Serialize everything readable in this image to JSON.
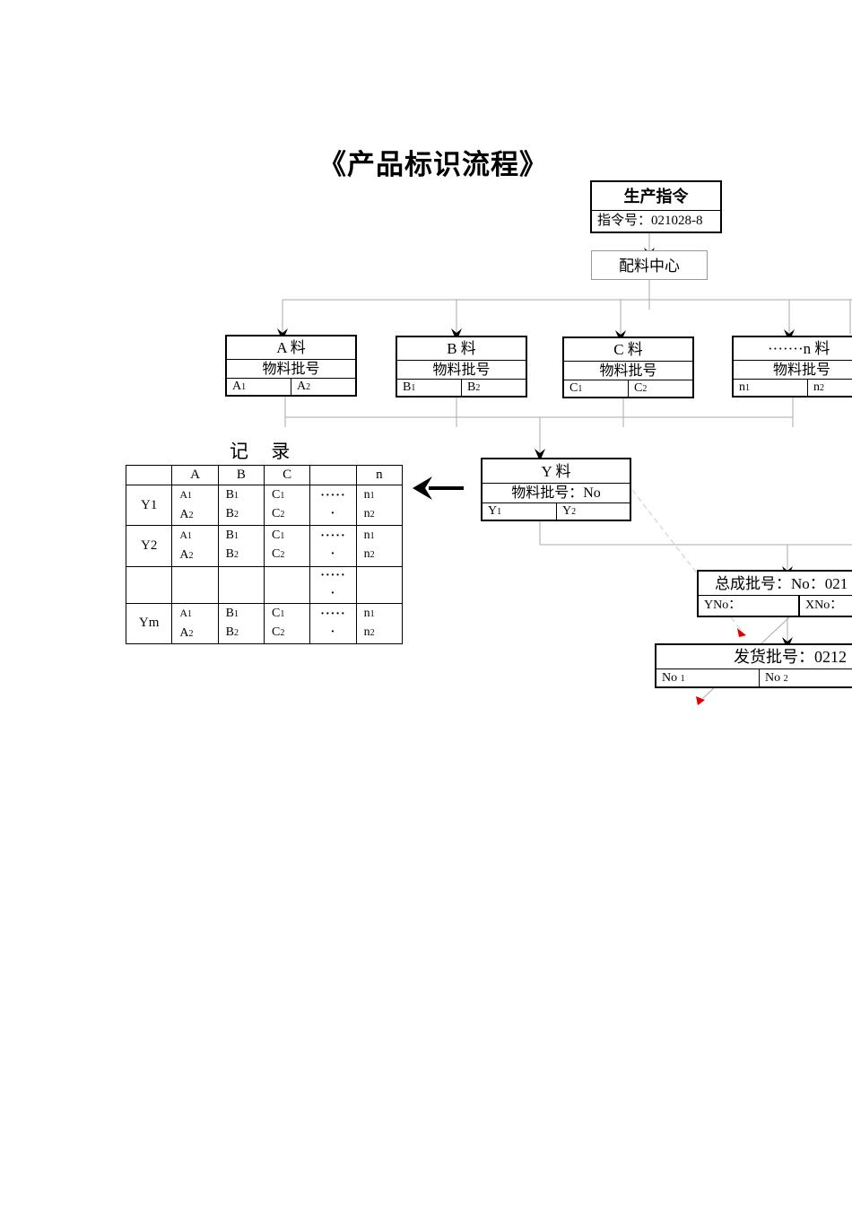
{
  "title": "《产品标识流程》",
  "order": {
    "title": "生产指令",
    "number": "指令号：021028-8"
  },
  "center": {
    "label": "配料中心"
  },
  "materials": [
    {
      "name": "A 料",
      "batch": "物料批号",
      "c1": "A",
      "c1s": "1",
      "c2": "A",
      "c2s": "2"
    },
    {
      "name": "B 料",
      "batch": "物料批号",
      "c1": "B",
      "c1s": "1",
      "c2": "B",
      "c2s": "2"
    },
    {
      "name": "C 料",
      "batch": "物料批号",
      "c1": "C",
      "c1s": "1",
      "c2": "C",
      "c2s": "2"
    },
    {
      "name": "·······n 料",
      "batch": "物料批号",
      "c1": "n",
      "c1s": "1",
      "c2": "n",
      "c2s": "2"
    }
  ],
  "ybox": {
    "name": "Y 料",
    "batch": "物料批号：No",
    "c1": "Y",
    "c1s": "1",
    "c2": "Y",
    "c2s": "2"
  },
  "assembly": {
    "label": "总成批号：No：021",
    "c1": "YNo：",
    "c2": "XNo："
  },
  "shipping": {
    "label": "发货批号：0212",
    "c1": "No",
    "c1s": "1",
    "c2": "No",
    "c2s": "2"
  },
  "record": {
    "title": "记 录",
    "headers": [
      "",
      "A",
      "B",
      "C",
      "",
      "n"
    ],
    "dots": "·····",
    "dot2": "·",
    "rows": [
      {
        "label": "Y1",
        "filled": true
      },
      {
        "label": "Y2",
        "filled": true
      },
      {
        "label": "",
        "filled": false
      },
      {
        "label": "Ym",
        "filled": true
      }
    ],
    "letters": {
      "a": "A",
      "b": "B",
      "c": "C",
      "n": "n",
      "s1": "1",
      "s2": "2"
    }
  },
  "colors": {
    "line": "#aaaaaa",
    "red_arrow": "#e00000",
    "dashed": "#cccccc"
  }
}
